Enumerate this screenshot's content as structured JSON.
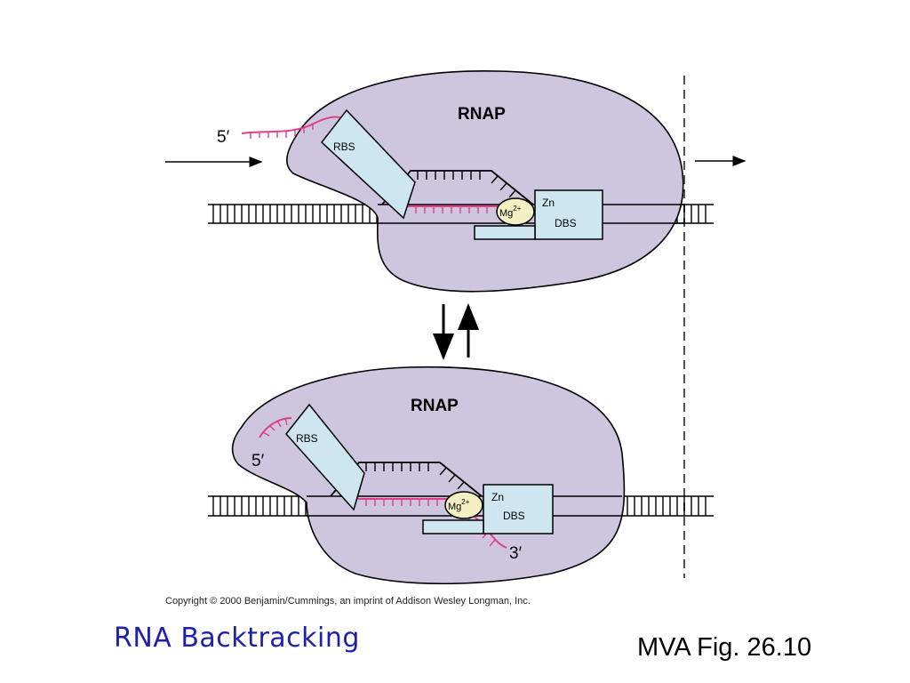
{
  "title": "RNA Backtracking",
  "figure_ref": "MVA Fig. 26.10",
  "copyright": "Copyright © 2000 Benjamin/Cummings, an imprint of Addison Wesley Longman, Inc.",
  "top_state": {
    "enzyme": "RNAP",
    "rbs": "RBS",
    "zn": "Zn",
    "dbs": "DBS",
    "mg": "Mg",
    "mg_charge": "2+",
    "end5": "5′"
  },
  "bottom_state": {
    "enzyme": "RNAP",
    "rbs": "RBS",
    "zn": "Zn",
    "dbs": "DBS",
    "mg": "Mg",
    "mg_charge": "2+",
    "end5": "5′",
    "end3": "3′"
  },
  "colors": {
    "enzyme_fill": "#cdc6de",
    "domain_fill": "#cde6f0",
    "mg_fill": "#f3f0c4",
    "rna": "#e0408a",
    "title": "#1f1fb0"
  }
}
